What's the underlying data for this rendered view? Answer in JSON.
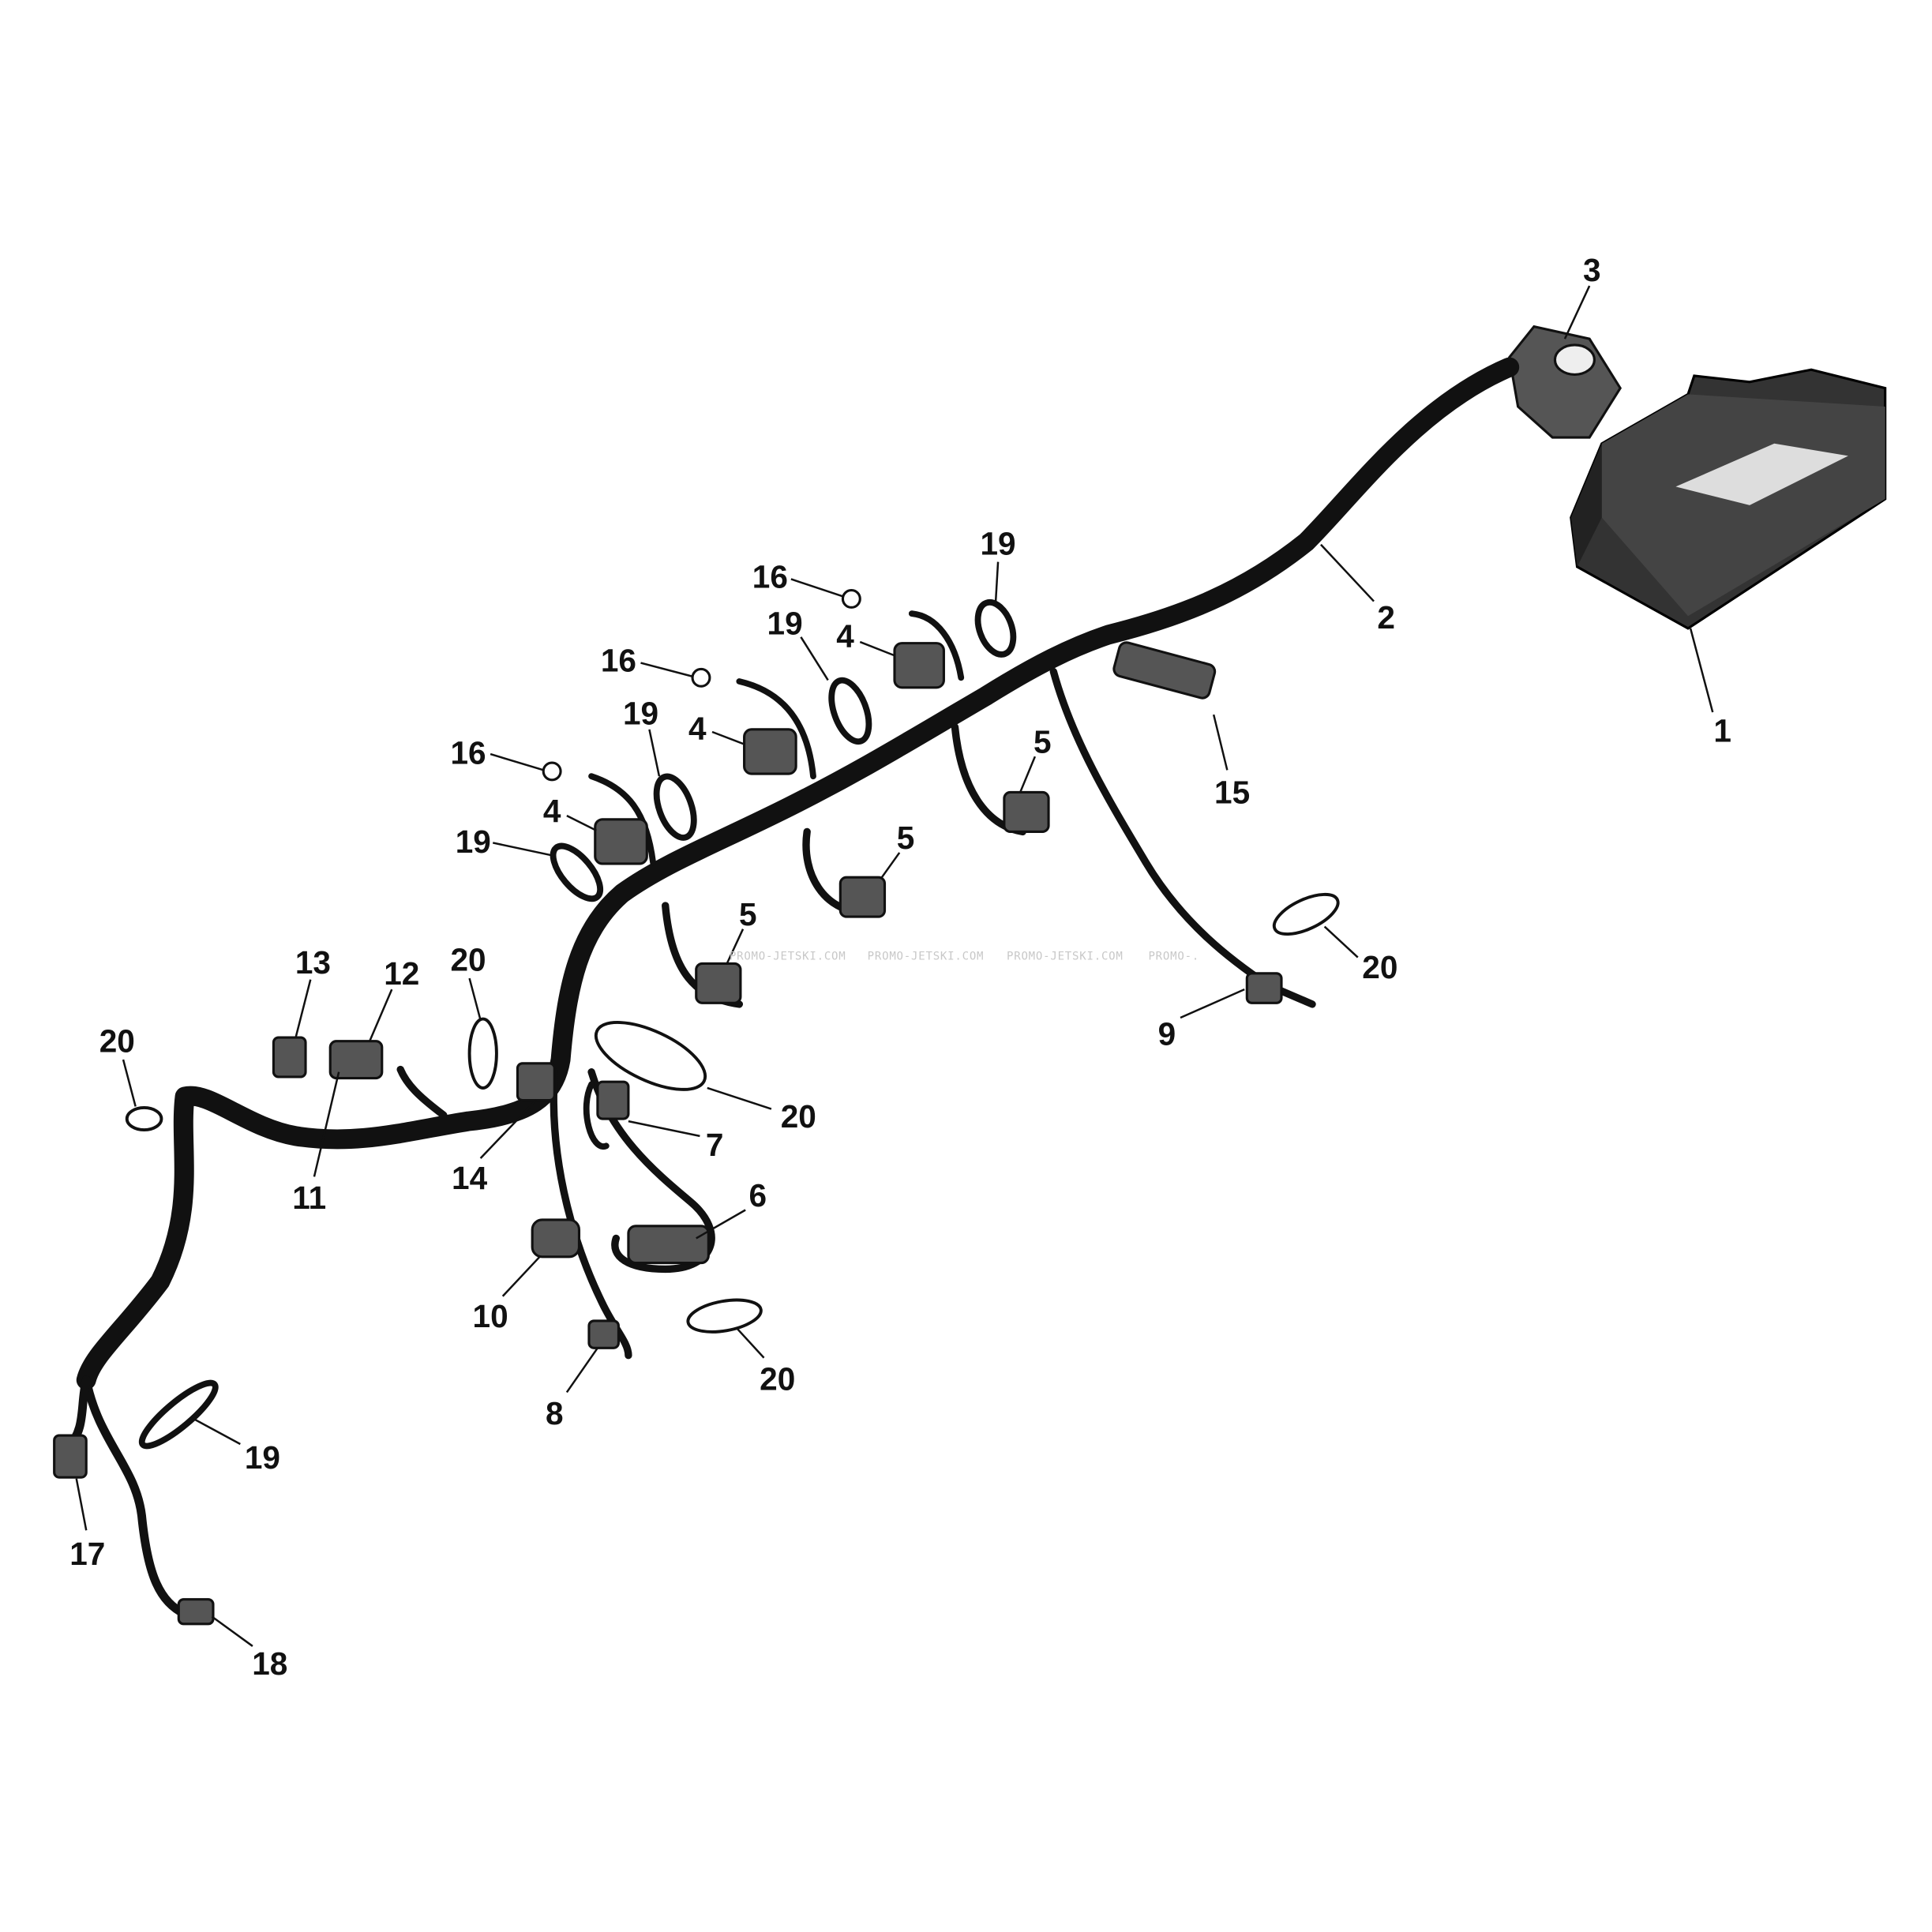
{
  "diagram": {
    "watermark": [
      "PROMO-JETSKI.COM",
      "PROMO-JETSKI.COM",
      "PROMO-JETSKI.COM",
      "PROMO-."
    ],
    "callouts": [
      {
        "id": "c3",
        "text": "3"
      },
      {
        "id": "c2",
        "text": "2"
      },
      {
        "id": "c1",
        "text": "1"
      },
      {
        "id": "c15",
        "text": "15"
      },
      {
        "id": "c19a",
        "text": "19"
      },
      {
        "id": "c16a",
        "text": "16"
      },
      {
        "id": "c19b",
        "text": "19"
      },
      {
        "id": "c4a",
        "text": "4"
      },
      {
        "id": "c16b",
        "text": "16"
      },
      {
        "id": "c19c",
        "text": "19"
      },
      {
        "id": "c4b",
        "text": "4"
      },
      {
        "id": "c16c",
        "text": "16"
      },
      {
        "id": "c4c",
        "text": "4"
      },
      {
        "id": "c19d",
        "text": "19"
      },
      {
        "id": "c5a",
        "text": "5"
      },
      {
        "id": "c5b",
        "text": "5"
      },
      {
        "id": "c5c",
        "text": "5"
      },
      {
        "id": "c20a",
        "text": "20"
      },
      {
        "id": "c13",
        "text": "13"
      },
      {
        "id": "c12",
        "text": "12"
      },
      {
        "id": "c20b",
        "text": "20"
      },
      {
        "id": "c20c",
        "text": "20"
      },
      {
        "id": "c9",
        "text": "9"
      },
      {
        "id": "c20d",
        "text": "20"
      },
      {
        "id": "c7",
        "text": "7"
      },
      {
        "id": "c14",
        "text": "14"
      },
      {
        "id": "c11",
        "text": "11"
      },
      {
        "id": "c6",
        "text": "6"
      },
      {
        "id": "c10",
        "text": "10"
      },
      {
        "id": "c8",
        "text": "8"
      },
      {
        "id": "c20e",
        "text": "20"
      },
      {
        "id": "c19e",
        "text": "19"
      },
      {
        "id": "c17",
        "text": "17"
      },
      {
        "id": "c18",
        "text": "18"
      }
    ]
  }
}
